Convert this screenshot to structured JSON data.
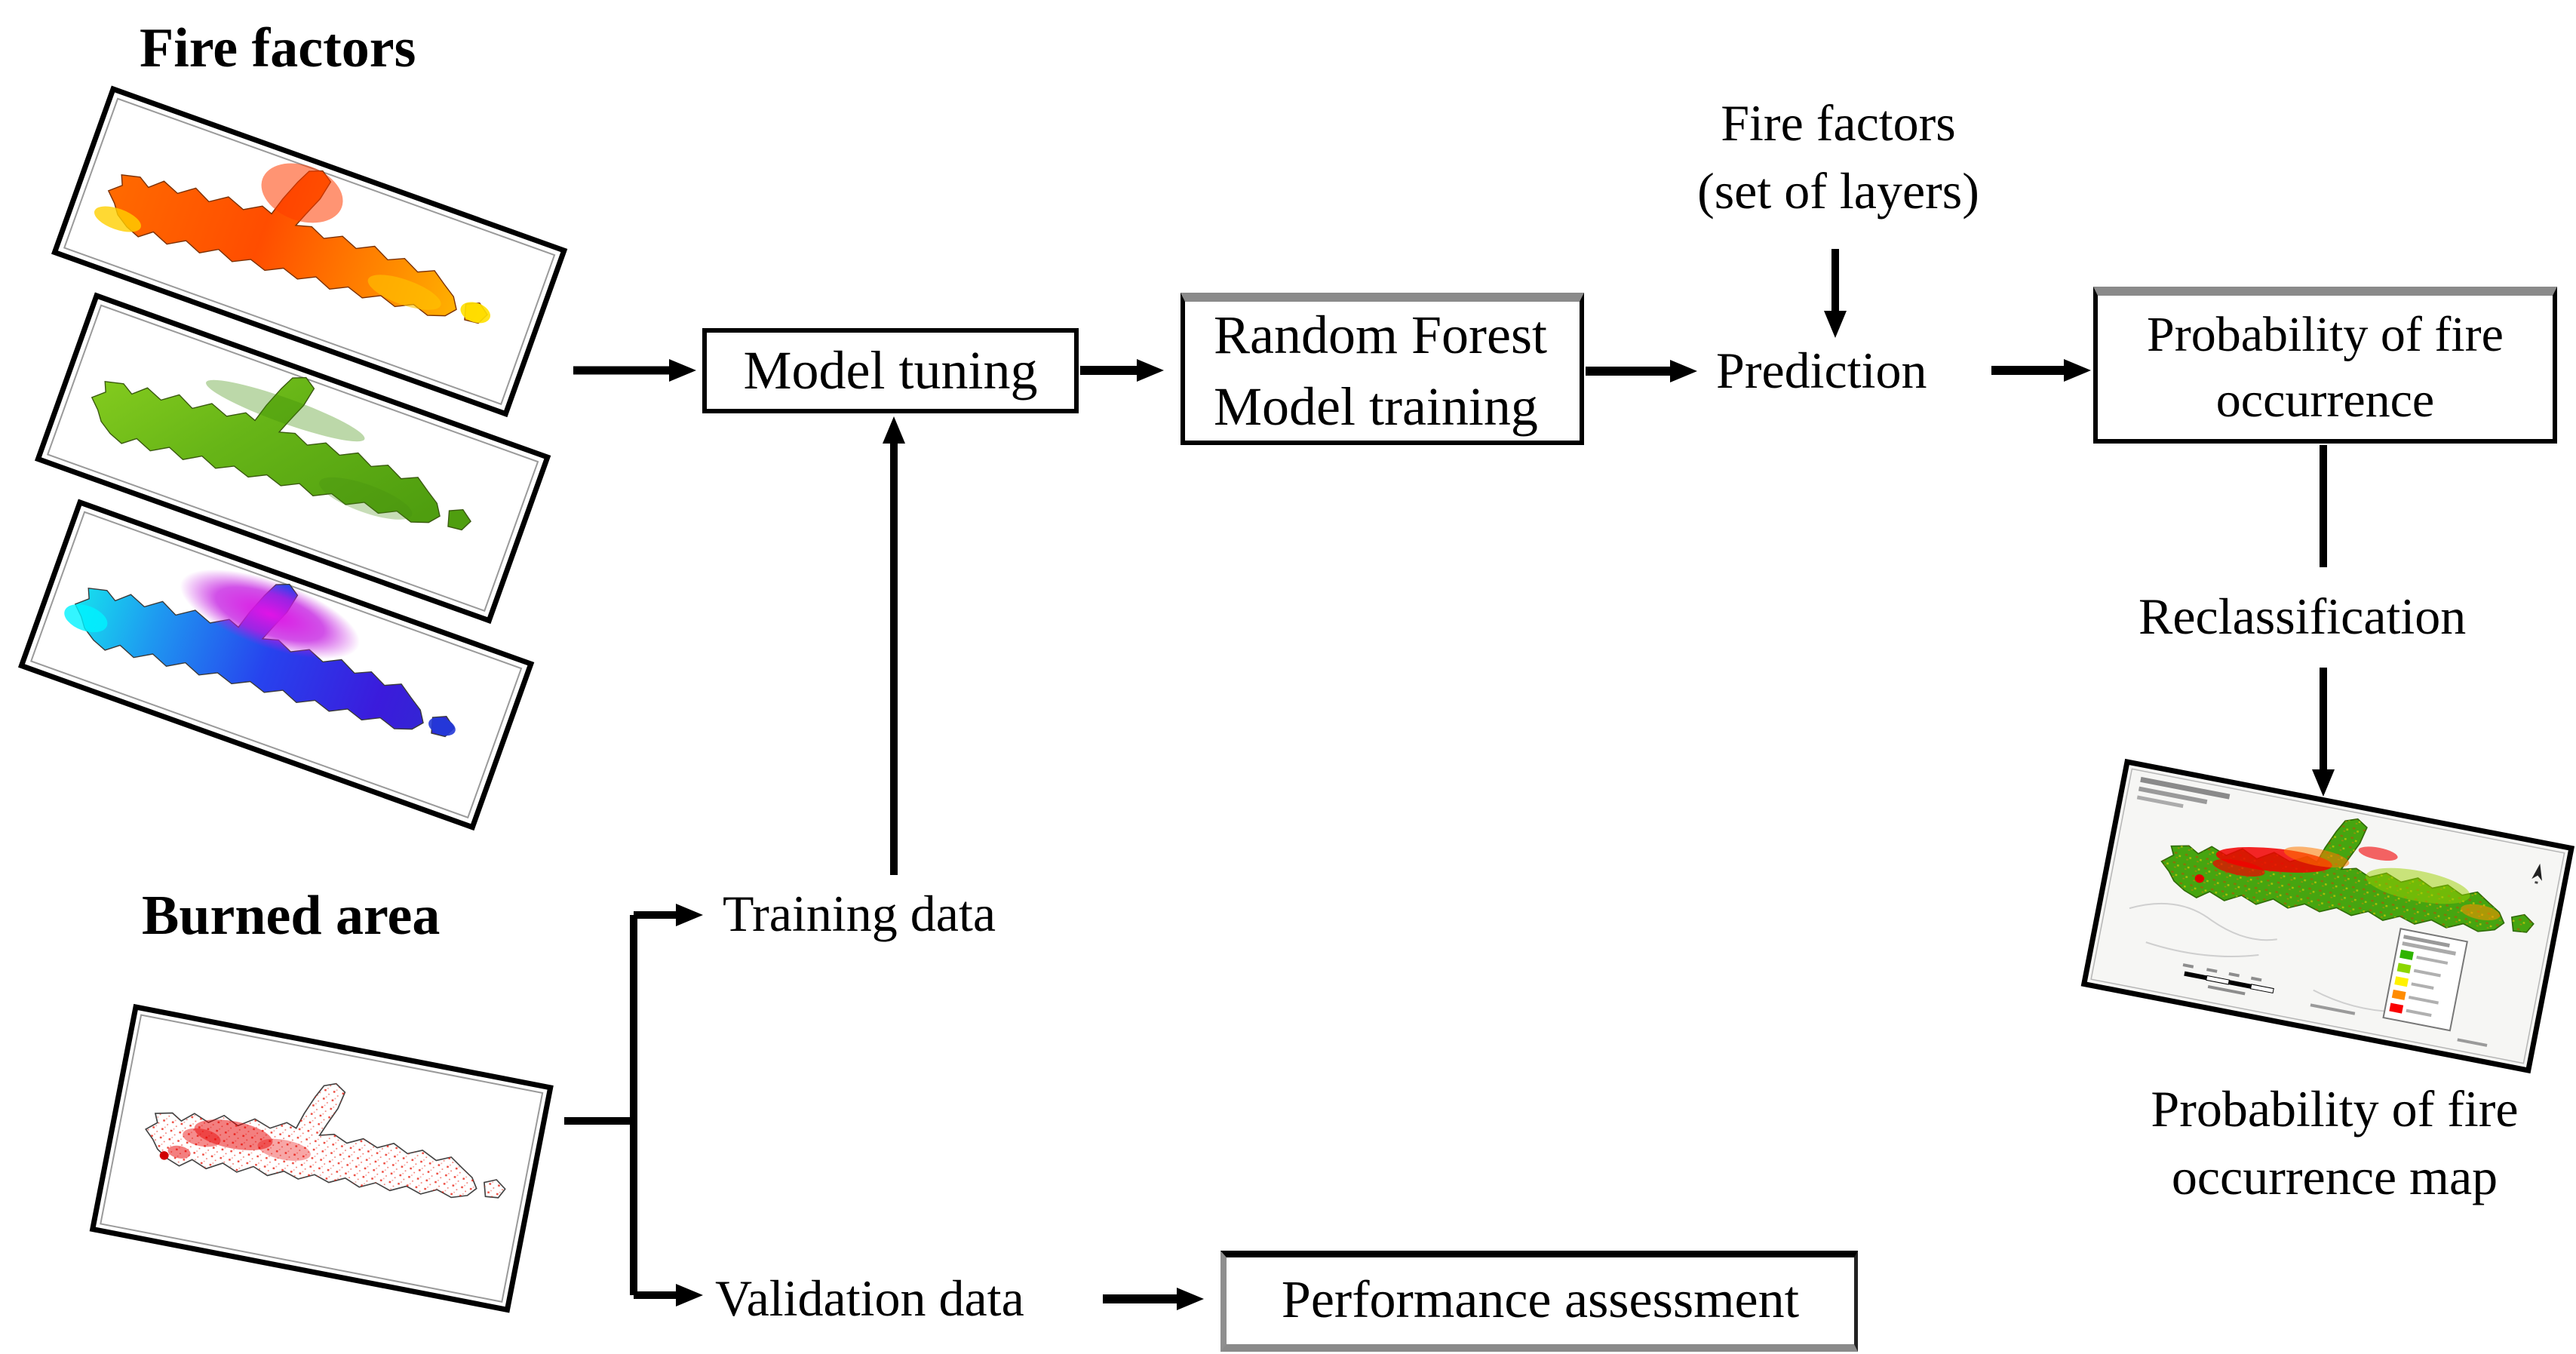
{
  "titles": {
    "fire_factors": "Fire factors",
    "burned_area": "Burned area"
  },
  "boxes": {
    "model_tuning": {
      "label": "Model tuning"
    },
    "random_forest": {
      "line1": "Random Forest",
      "line2": "Model training"
    },
    "probability_occurrence": {
      "line1": "Probability of fire",
      "line2": "occurrence"
    },
    "performance": {
      "label": "Performance assessment"
    }
  },
  "labels": {
    "fire_factors_input": {
      "line1": "Fire factors",
      "line2": "(set of layers)"
    },
    "prediction": "Prediction",
    "reclassification": "Reclassification",
    "training_data": "Training data",
    "validation_data": "Validation data",
    "probability_map": {
      "line1": "Probability of fire",
      "line2": "occurrence map"
    }
  },
  "colors": {
    "arrow": "#000000",
    "map_legend_swatches": [
      "#2eb400",
      "#8cd600",
      "#fff200",
      "#ff8c00",
      "#fa0000"
    ],
    "layer1_gradient": [
      "#ff6a00",
      "#ff4d00",
      "#ff8d00",
      "#ffc100"
    ],
    "layer2_gradient": [
      "#8ed321",
      "#67b517",
      "#4f9e0f"
    ],
    "layer3_gradient": [
      "#16e0ee",
      "#1e9bf0",
      "#2743ee",
      "#3b1bdc"
    ],
    "burned_speckle": "#e81c0c",
    "probability_map_base": "#46a510"
  }
}
